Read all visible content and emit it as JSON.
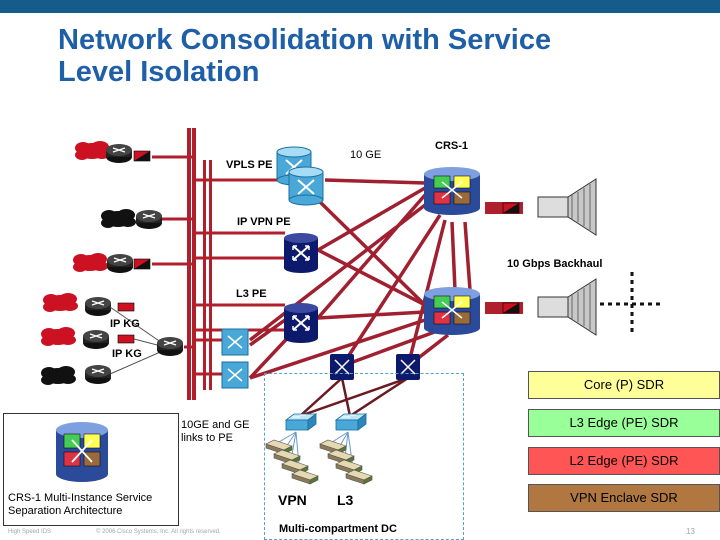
{
  "header": {
    "title_line1": "Network Consolidation with Service",
    "title_line2": "Level Isolation",
    "bar_color": "#155c8c",
    "title_color": "#1f5fa8"
  },
  "labels": {
    "vpls_pe": "VPLS PE",
    "ten_ge": "10 GE",
    "crs1": "CRS-1",
    "ip_vpn_pe": "IP VPN PE",
    "backhaul": "10 Gbps Backhaul",
    "l3_pe": "L3 PE",
    "ip_kg_1": "IP KG",
    "ip_kg_2": "IP KG",
    "links_line1": "10GE and GE",
    "links_line2": "links to PE",
    "vpn": "VPN",
    "l3": "L3",
    "multi_dc": "Multi-compartment DC"
  },
  "legend": [
    {
      "label": "Core (P) SDR",
      "color": "#ffff99"
    },
    {
      "label": "L3 Edge (PE) SDR",
      "color": "#99ff99"
    },
    {
      "label": "L2 Edge (PE) SDR",
      "color": "#ff5555"
    },
    {
      "label": "VPN Enclave SDR",
      "color": "#b07840"
    }
  ],
  "inset": {
    "line1": "CRS-1 Multi-Instance Service",
    "line2": "Separation Architecture"
  },
  "footer": {
    "left": "High Speed IDS",
    "copyright": "© 2006 Cisco Systems, Inc. All rights reserved.",
    "page": "13"
  },
  "icons": [
    "cloud-icon",
    "router-icon",
    "encryptor-icon",
    "switch-router-icon",
    "crs1-chassis-icon",
    "speaker-icon",
    "workgroup-switch-icon",
    "server-stack-icon"
  ]
}
